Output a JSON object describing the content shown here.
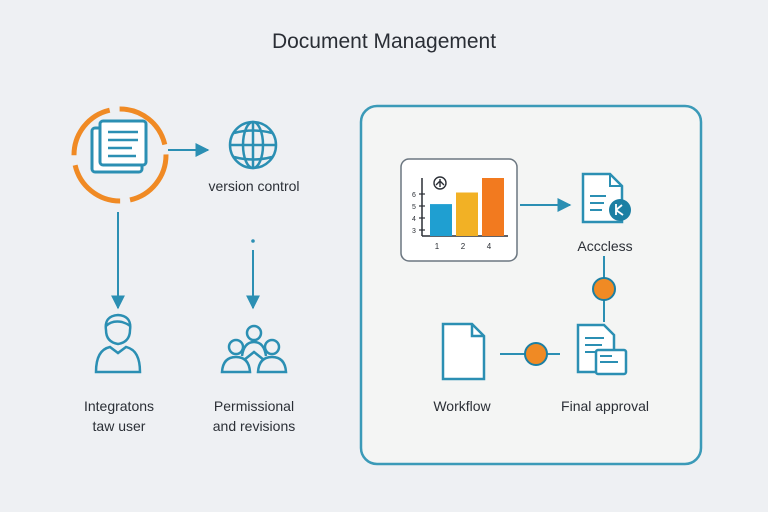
{
  "title": "Document Management",
  "labels": {
    "version_control": "version control",
    "integrations_line1": "Integratons",
    "integrations_line2": "taw user",
    "permissions_line1": "Permissional",
    "permissions_line2": "and revisions",
    "access": "Acccless",
    "workflow": "Workflow",
    "final_approval": "Final approval"
  },
  "chart_data": {
    "type": "bar",
    "categories": [
      "1",
      "2",
      "4"
    ],
    "series": [
      {
        "values": [
          0.55,
          0.75,
          1.0
        ]
      }
    ],
    "y_ticks": [
      "6",
      "5",
      "4",
      "3"
    ],
    "colors": [
      "#1f9fd1",
      "#f2b125",
      "#f27a1f"
    ]
  },
  "colors": {
    "accent_blue": "#2b8fb3",
    "accent_orange": "#f08a24",
    "text": "#2b2f36",
    "panel_border": "#3b9ab8"
  }
}
